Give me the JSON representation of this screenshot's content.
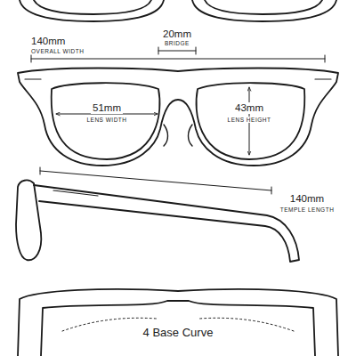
{
  "diagram": {
    "labels": [
      "140mm",
      "OVERALL WIDTH",
      "20mm",
      "BRIDGE",
      "51mm",
      "LENS WIDTH",
      "43mm",
      "LENS HEIGHT",
      "140mm",
      "TEMPLE LENGTH",
      "4 Base Curve"
    ]
  }
}
